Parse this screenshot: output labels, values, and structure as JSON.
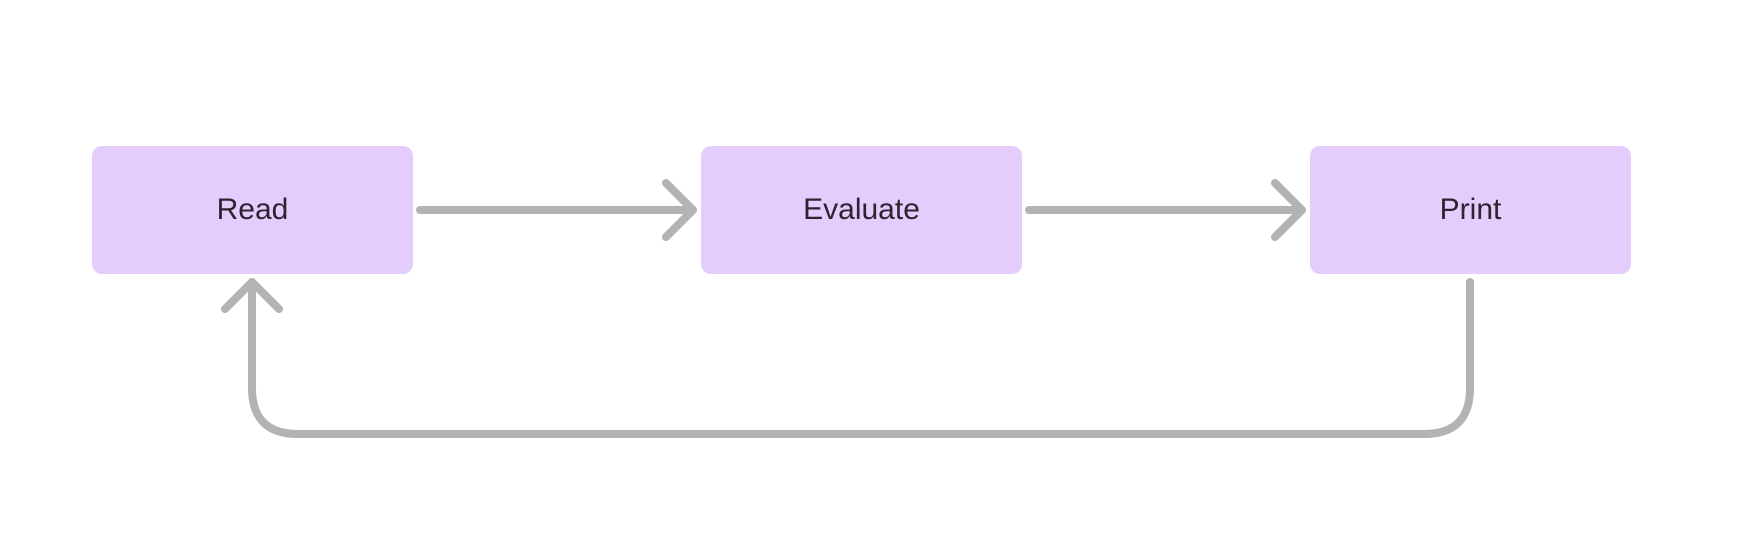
{
  "nodes": [
    {
      "id": "read",
      "label": "Read"
    },
    {
      "id": "evaluate",
      "label": "Evaluate"
    },
    {
      "id": "print",
      "label": "Print"
    }
  ],
  "edges": [
    {
      "from": "read",
      "to": "evaluate"
    },
    {
      "from": "evaluate",
      "to": "print"
    },
    {
      "from": "print",
      "to": "read"
    }
  ],
  "colors": {
    "node_fill": "#e4ccfd",
    "node_text": "#2f2330",
    "edge": "#b3b3b3",
    "background": "#ffffff"
  }
}
